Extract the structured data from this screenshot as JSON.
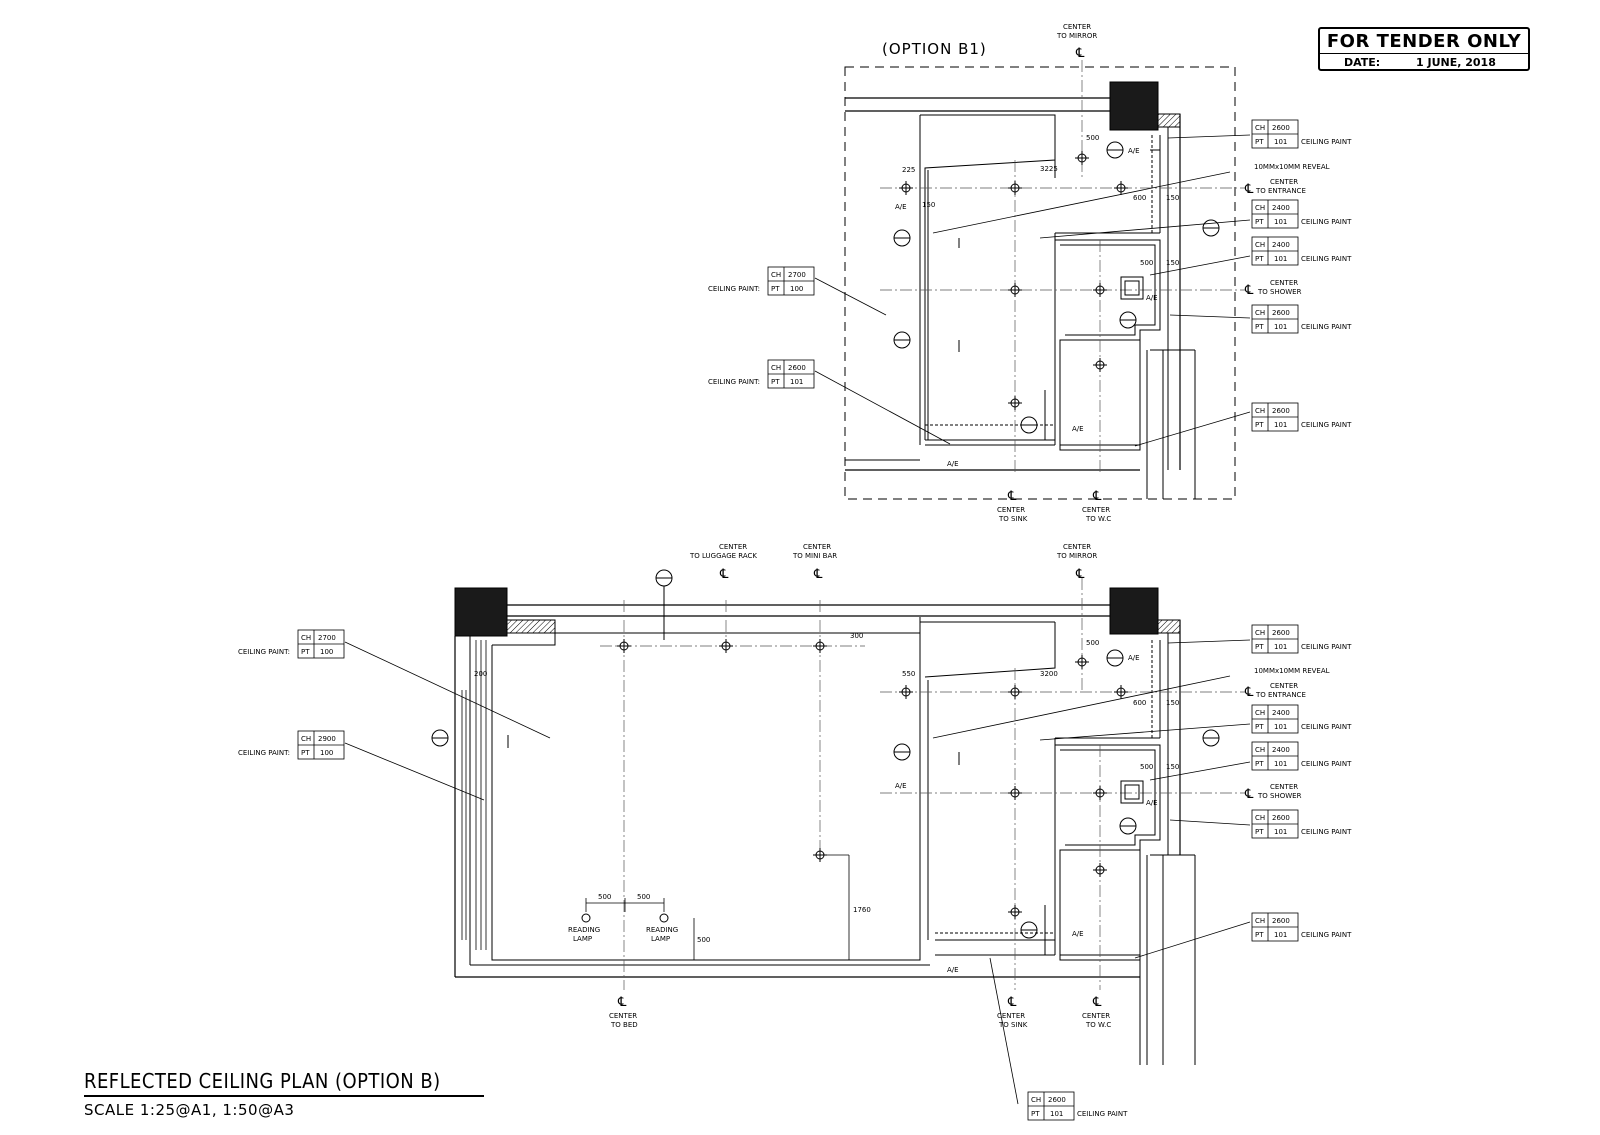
{
  "stamp": {
    "title": "FOR TENDER ONLY",
    "date_label": "DATE:",
    "date_value": "1 JUNE, 2018"
  },
  "drawing": {
    "title": "REFLECTED CEILING PLAN (OPTION B)",
    "scale": "SCALE 1:25@A1, 1:50@A3"
  },
  "option_label": "(OPTION B1)",
  "tags": {
    "ch": "CH",
    "pt": "PT",
    "ceiling_paint_right": "CEILING PAINT",
    "ceiling_paint_left": "CEILING PAINT:",
    "h2600": "2600",
    "h2400": "2400",
    "h2700": "2700",
    "h2900": "2900",
    "p101": "101",
    "p100": "100"
  },
  "notes": {
    "reveal": "10MMx10MM REVEAL",
    "center": "CENTER",
    "to_entrance": "TO ENTRANCE",
    "to_shower": "TO SHOWER",
    "to_mirror": "TO MIRROR",
    "to_sink": "TO SINK",
    "to_wc": "TO W.C",
    "to_bed": "TO BED",
    "to_luggage": "TO LUGGAGE RACK",
    "to_minibar": "TO MINI BAR",
    "reading_lamp_1": "READING",
    "reading_lamp_2": "LAMP",
    "cl": "℄",
    "ae": "A/E"
  },
  "dims": {
    "d500": "500",
    "d600": "600",
    "d550": "550",
    "d150": "150",
    "d225": "225",
    "d3225": "3225",
    "d3200": "3200",
    "d300": "300",
    "d200": "200",
    "d1760": "1760"
  }
}
